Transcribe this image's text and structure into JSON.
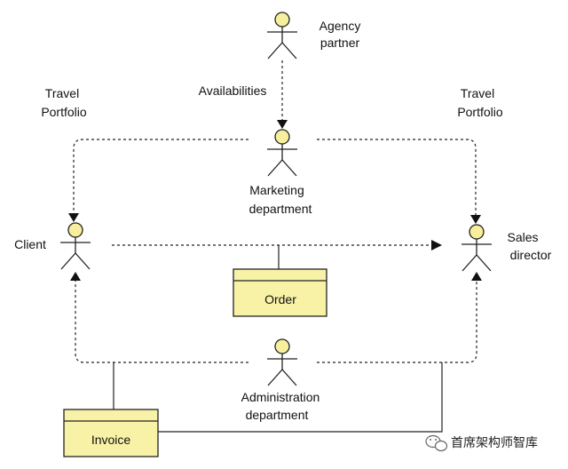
{
  "actors": {
    "agency_partner": {
      "line1": "Agency",
      "line2": "partner"
    },
    "marketing": {
      "line1": "Marketing",
      "line2": "department"
    },
    "client": {
      "line1": "Client"
    },
    "sales": {
      "line1": "Sales",
      "line2": "director"
    },
    "administration": {
      "line1": "Administration",
      "line2": "department"
    }
  },
  "flows": {
    "availabilities": "Availabilities",
    "travel_portfolio_left": {
      "line1": "Travel",
      "line2": "Portfolio"
    },
    "travel_portfolio_right": {
      "line1": "Travel",
      "line2": "Portfolio"
    }
  },
  "objects": {
    "order": "Order",
    "invoice": "Invoice"
  },
  "watermark": "首席架构师智库",
  "colors": {
    "actor_fill": "#f7ef9c",
    "object_fill": "#f8f2a6",
    "line": "#222222"
  }
}
